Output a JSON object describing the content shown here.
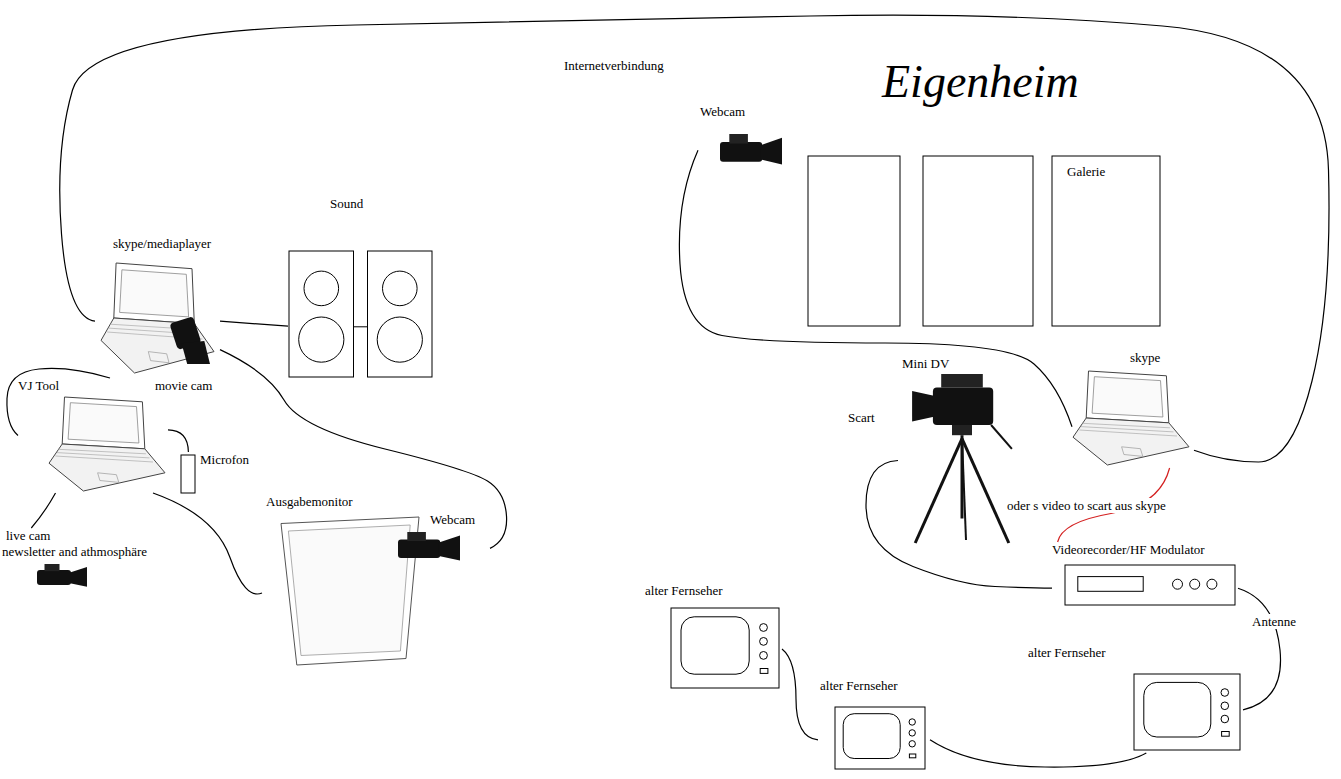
{
  "diagram": {
    "nodes": [
      {
        "text": [
          "skype/mediaplayer"
        ]
      },
      {
        "text": [
          "movie cam"
        ]
      },
      {
        "text": [
          "Sound"
        ]
      },
      {
        "text": [
          "VJ Tool"
        ]
      },
      {
        "text": [
          "Microfon"
        ]
      },
      {
        "text": [
          "live cam",
          "newsletter and athmosphäre"
        ]
      },
      {
        "text": [
          "Ausgabemonitor"
        ]
      },
      {
        "text": [
          "Webcam"
        ]
      },
      {
        "text": [
          "Webcam"
        ]
      },
      {
        "text": [
          "Galerie"
        ]
      },
      {
        "text": [
          "skype"
        ]
      },
      {
        "text": [
          "Mini DV"
        ]
      },
      {
        "text": [
          "Videorecorder/HF Modulator"
        ]
      },
      {
        "text": [
          "alter Fernseher"
        ]
      },
      {
        "text": [
          "alter Fernseher"
        ]
      },
      {
        "text": [
          "alter Fernseher"
        ]
      }
    ],
    "edges": [
      {
        "from": 0,
        "to": 10,
        "label": "Internetverbindung",
        "arrow": "none"
      },
      {
        "from": 0,
        "to": 2,
        "arrow": "none"
      },
      {
        "from": 0,
        "to": 7,
        "arrow": "none"
      },
      {
        "from": 3,
        "to": 0,
        "arrow": "none"
      },
      {
        "from": 3,
        "to": 4,
        "arrow": "none"
      },
      {
        "from": 3,
        "to": 5,
        "arrow": "none"
      },
      {
        "from": 3,
        "to": 6,
        "arrow": "none"
      },
      {
        "from": 8,
        "to": 10,
        "arrow": "none"
      },
      {
        "from": 11,
        "to": 12,
        "label": "Scart",
        "arrow": "none"
      },
      {
        "from": 10,
        "to": 12,
        "label": "oder s video to scart aus skype",
        "arrow": "none"
      },
      {
        "from": 12,
        "to": 15,
        "label": "Antenne",
        "arrow": "none"
      },
      {
        "from": 15,
        "to": 14,
        "arrow": "none"
      },
      {
        "from": 14,
        "to": 13,
        "arrow": "none"
      }
    ],
    "labels": [
      "Eigenheim"
    ]
  }
}
